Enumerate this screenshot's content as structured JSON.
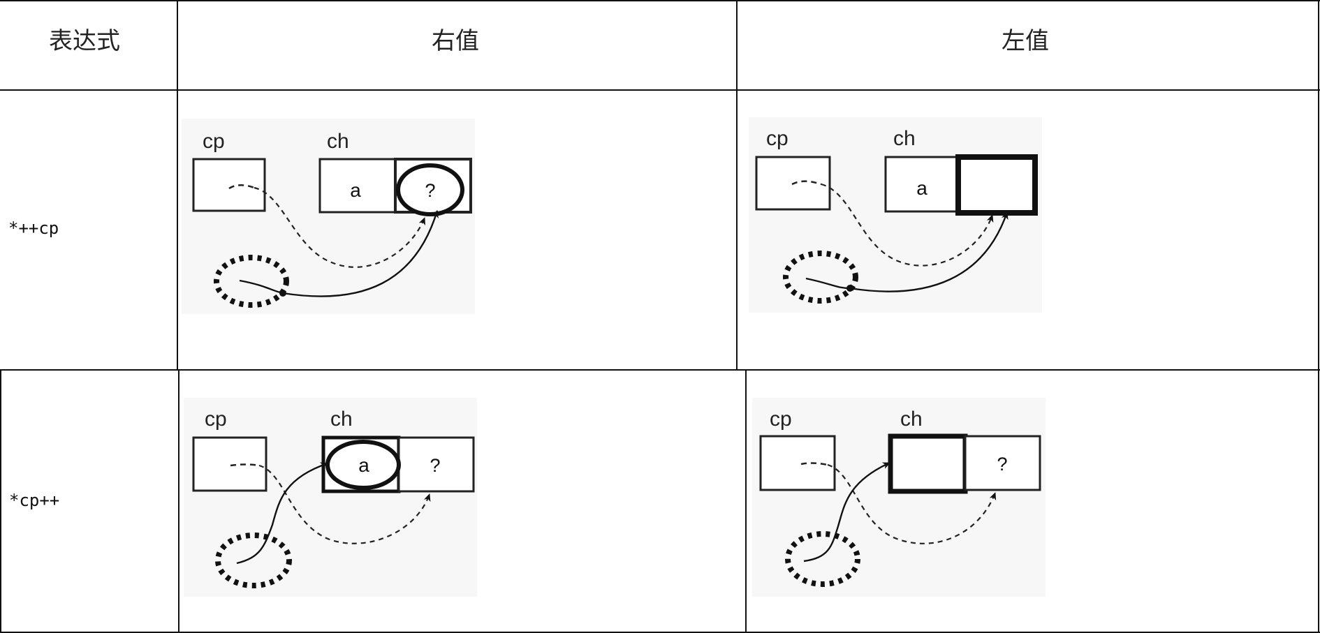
{
  "table": {
    "headers": {
      "expression": "表达式",
      "rvalue": "右值",
      "lvalue": "左值"
    },
    "rows": [
      {
        "expression": "*++cp",
        "rvalue": {
          "pointer_label": "cp",
          "array_label": "ch",
          "cells": [
            "a",
            "?"
          ]
        },
        "lvalue": {
          "pointer_label": "cp",
          "array_label": "ch",
          "cells": [
            "a",
            ""
          ]
        }
      },
      {
        "expression": "*cp++",
        "rvalue": {
          "pointer_label": "cp",
          "array_label": "ch",
          "cells": [
            "a",
            "?"
          ]
        },
        "lvalue": {
          "pointer_label": "cp",
          "array_label": "ch",
          "cells": [
            "",
            "?"
          ]
        }
      }
    ]
  }
}
